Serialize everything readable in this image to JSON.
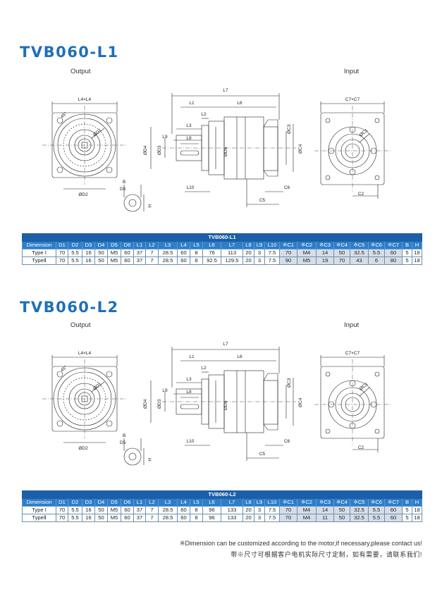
{
  "sections": [
    {
      "title": "TVB060-L1",
      "output_label": "Output",
      "input_label": "Input",
      "drawing_labels": {
        "l4": "L4×L4",
        "angle": "45°",
        "d1": "ØD1",
        "d2": "ØD2",
        "b": "B",
        "d5": "D5",
        "h": "H",
        "l7": "L7",
        "l1": "L1",
        "l6": "L6",
        "l2": "L2",
        "l3": "L3",
        "l9": "L9",
        "l8": "L8",
        "d4": "ØD4",
        "d3": "ØD3",
        "d6": "ØD6",
        "c3": "ØC3",
        "c4": "ØC4",
        "l10": "L10",
        "c6": "C6",
        "c5": "C5",
        "c7": "C7×C7",
        "c1": "ØC1",
        "c2": "C2"
      },
      "table": {
        "caption": "TVB060-L1",
        "headers": [
          "Dimension",
          "D1",
          "D2",
          "D3",
          "D4",
          "D5",
          "D6",
          "L1",
          "L2",
          "L3",
          "L4",
          "L5",
          "L6",
          "L7",
          "L8",
          "L9",
          "L10",
          "※C1",
          "※C2",
          "※C3",
          "※C4",
          "※C5",
          "※C6",
          "※C7",
          "B",
          "H"
        ],
        "rows": [
          [
            "Type I",
            "70",
            "5.5",
            "16",
            "50",
            "M5",
            "60",
            "37",
            "7",
            "28.5",
            "60",
            "8",
            "76",
            "113",
            "20",
            "3",
            "7.5",
            "70",
            "M4",
            "14",
            "50",
            "32.5",
            "5.5",
            "60",
            "5",
            "18"
          ],
          [
            "TypeⅡ",
            "70",
            "5.5",
            "16",
            "50",
            "M5",
            "60",
            "37",
            "7",
            "28.5",
            "60",
            "8",
            "92.5",
            "129.5",
            "20",
            "3",
            "7.5",
            "90",
            "M5",
            "19",
            "70",
            "43",
            "6",
            "80",
            "5",
            "18"
          ]
        ]
      }
    },
    {
      "title": "TVB060-L2",
      "output_label": "Output",
      "input_label": "Input",
      "drawing_labels": {
        "l4": "L4×L4",
        "angle": "45°",
        "d1": "ØD1",
        "d2": "ØD2",
        "b": "B",
        "d5": "D5",
        "h": "H",
        "l7": "L7",
        "l1": "L1",
        "l6": "L6",
        "l2": "L2",
        "l3": "L3",
        "l9": "L9",
        "l8": "L8",
        "d4": "ØD4",
        "d3": "ØD3",
        "d6": "ØD6",
        "c3": "ØC3",
        "c4": "ØC4",
        "l10": "L10",
        "c6": "C6",
        "c5": "C5",
        "c7": "C7×C7",
        "c1": "ØC1",
        "c2": "C2"
      },
      "table": {
        "caption": "TVB060-L2",
        "headers": [
          "Dimension",
          "D1",
          "D2",
          "D3",
          "D4",
          "D5",
          "D6",
          "L1",
          "L2",
          "L3",
          "L4",
          "L5",
          "L6",
          "L7",
          "L8",
          "L9",
          "L10",
          "※C1",
          "※C2",
          "※C3",
          "※C4",
          "※C5",
          "※C6",
          "※C7",
          "B",
          "H"
        ],
        "rows": [
          [
            "Type I",
            "70",
            "5.5",
            "16",
            "50",
            "M5",
            "60",
            "37",
            "7",
            "28.5",
            "60",
            "8",
            "96",
            "133",
            "20",
            "3",
            "7.5",
            "70",
            "M4",
            "14",
            "50",
            "32.5",
            "5.5",
            "60",
            "5",
            "18"
          ],
          [
            "TypeⅡ",
            "70",
            "5.5",
            "16",
            "50",
            "M5",
            "60",
            "37",
            "7",
            "28.5",
            "60",
            "8",
            "96",
            "133",
            "20",
            "3",
            "7.5",
            "70",
            "M4",
            "11",
            "50",
            "32.5",
            "5.5",
            "60",
            "5",
            "18"
          ]
        ]
      }
    }
  ],
  "footnote": {
    "en": "※Dimension can be customized according to the motor,if necessary,please contact us!",
    "zh": "带※尺寸可根据客户电机实际尺寸定制，如有需要，请联系我们!"
  },
  "colors": {
    "title": "#1f6fb8",
    "table_title_bg": "#1c5fa8",
    "table_head_bg": "#2e7ec8",
    "shade": "#d6dde6"
  }
}
